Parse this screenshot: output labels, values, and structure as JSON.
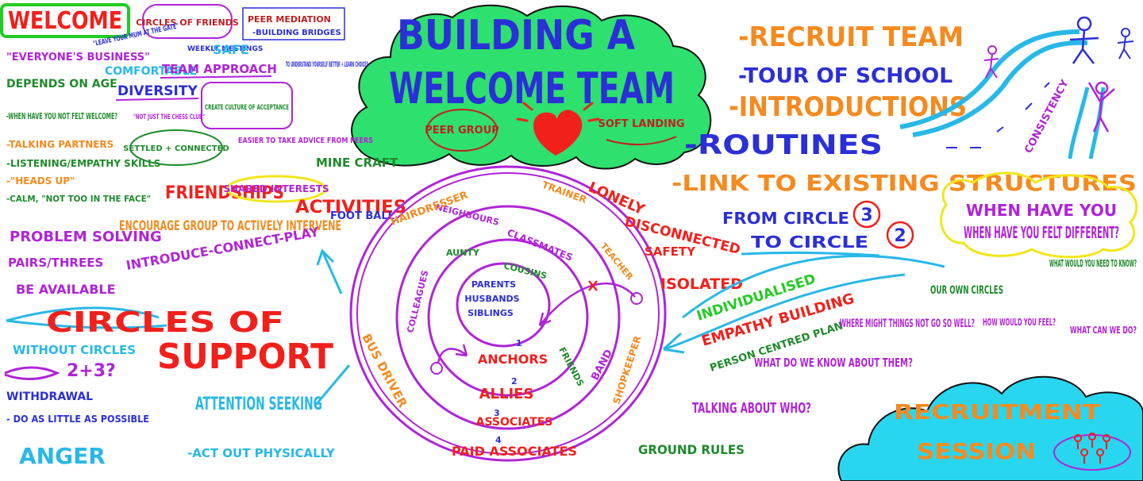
{
  "colors": {
    "red": "#f2201b",
    "green": "#1e8a2a",
    "bright_green": "#22cc22",
    "blue": "#2b2fd6",
    "cyan": "#28b8e8",
    "purple": "#b024d8",
    "orange": "#f58a1f",
    "yellow": "#f2e61a",
    "cloud_green": "#2ee06e",
    "cloud_cyan": "#28d6f0"
  },
  "title": {
    "line1": "BUILDING A",
    "line2": "WELCOME TEAM",
    "peer_group": "PEER GROUP",
    "soft_landing": "SOFT LANDING"
  },
  "welcome": {
    "heading": "WELCOME",
    "everyones_business": "\"EVERYONE'S BUSINESS\"",
    "depends_on_age": "DEPENDS ON AGE",
    "when_not_welcome": "-WHEN HAVE YOU NOT FELT WELCOME?",
    "talking_partners": "-TALKING PARTNERS",
    "listening": "-LISTENING/EMPATHY SKILLS",
    "heads_up": "-\"HEADS UP\"",
    "calm": "-CALM, \"NOT TOO IN THE FACE\""
  },
  "top_notes": {
    "circles_of_friends": "CIRCLES OF FRIENDS",
    "leave_mum": "\"LEAVE YOUR MUM AT THE GATE\"",
    "weekly_meetings": "WEEKLY MEETINGS",
    "safe": "SAFE",
    "comfortable": "COMFORTABLE",
    "team_approach": "TEAM APPROACH",
    "peer_mediation": "PEER MEDIATION",
    "building_bridges": "-BUILDING BRIDGES",
    "understand_yourself": "TO UNDERSTAND YOURSELF BETTER + LEARN CHOICES",
    "diversity": "DIVERSITY",
    "not_just_chess": "\"NOT JUST THE CHESS CLUB\"",
    "create_culture": "CREATE CULTURE OF ACCEPTANCE",
    "settled_connected": "SETTLED + CONNECTED",
    "easier_advice": "EASIER TO TAKE ADVICE FROM PEERS"
  },
  "middle_left": {
    "friendships": "FRIENDSHIPS",
    "shared_interests": "SHARED INTERESTS",
    "mine_craft": "MINE CRAFT",
    "activities": "ACTIVITIES",
    "football": "FOOT BALL",
    "encourage": "ENCOURAGE GROUP TO ACTIVELY INTERVENE",
    "introduce_connect_play": "INTRODUCE-CONNECT-PLAY",
    "problem_solving": "PROBLEM SOLVING",
    "pairs_threes": "PAIRS/THREES",
    "be_available": "BE AVAILABLE",
    "circles_of": "CIRCLES OF",
    "support": "SUPPORT",
    "without_circles": "WITHOUT CIRCLES",
    "two_three": "2+3?",
    "withdrawal": "WITHDRAWAL",
    "do_as_little": "- DO AS LITTLE AS POSSIBLE",
    "anger": "ANGER",
    "attention_seeking": "ATTENTION SEEKING",
    "act_out": "-ACT OUT PHYSICALLY"
  },
  "circles": {
    "ring1": "ANCHORS",
    "ring1_num": "1",
    "ring2": "ALLIES",
    "ring2_num": "2",
    "ring3": "ASSOCIATES",
    "ring3_num": "3",
    "ring4": "PAID ASSOCIATES",
    "ring4_num": "4",
    "center": [
      "PARENTS",
      "HUSBANDS",
      "SIBLINGS"
    ],
    "aunty": "AUNTY",
    "cousins": "COUSINS",
    "classmates": "CLASSMATES",
    "friends": "FRIENDS",
    "colleagues": "COLLEAGUES",
    "neighbours": "NEIGHBOURS",
    "hairdresser": "HAIRDRESSER",
    "trainer": "TRAINER",
    "teacher": "TEACHER",
    "band": "BAND",
    "bus_driver": "BUS DRIVER",
    "shopkeeper": "SHOPKEEPER"
  },
  "right": {
    "recruit_team": "-RECRUIT TEAM",
    "tour_of_school": "-TOUR OF SCHOOL",
    "introductions": "-INTRODUCTIONS",
    "routines": "-ROUTINES",
    "link_structures": "-LINK TO EXISTING STRUCTURES",
    "consistency": "CONSISTENCY",
    "lonely": "LONELY",
    "disconnected": "DISCONNECTED",
    "safety": "SAFETY",
    "isolated": "ISOLATED",
    "from_circle": "FROM CIRCLE",
    "to_circle": "TO CIRCLE",
    "num3": "3",
    "num2": "2",
    "felt_different": "WHEN HAVE YOU FELT DIFFERENT?",
    "need_to_know": "WHAT WOULD YOU NEED TO KNOW?",
    "how_feel": "HOW WOULD YOU FEEL?",
    "what_can_we_do": "WHAT CAN WE DO?",
    "our_own_circles": "OUR OWN CIRCLES",
    "individualised": "INDIVIDUALISED",
    "empathy_building": "EMPATHY BUILDING",
    "person_centred": "PERSON CENTRED PLAN",
    "where_might": "WHERE MIGHT THINGS NOT GO SO WELL?",
    "what_do_we_know": "WHAT DO WE KNOW ABOUT THEM?",
    "talking_about_who": "TALKING ABOUT WHO?",
    "ground_rules": "GROUND RULES",
    "recruitment": "RECRUITMENT",
    "session": "SESSION"
  }
}
